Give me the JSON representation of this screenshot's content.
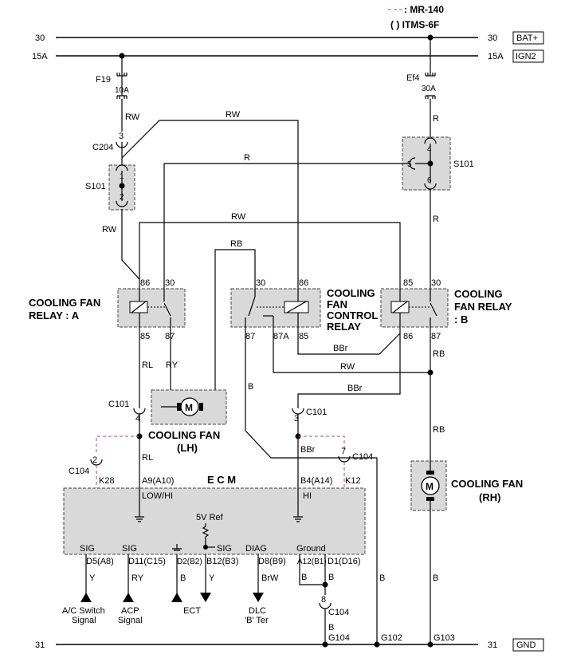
{
  "legend": {
    "connector_note": ": MR-140",
    "paren_note": "(   ) ITMS-6F"
  },
  "colors": {
    "wire": "#000000",
    "component_fill": "#d9d9d9",
    "connector_dash": "#c0407a"
  },
  "buses": {
    "bat": {
      "left": "30",
      "right": "30",
      "tag": "BAT+"
    },
    "ign": {
      "left": "15A",
      "right": "15A",
      "tag": "IGN2"
    },
    "gnd": {
      "left": "31",
      "right": "31",
      "tag": "GND"
    }
  },
  "fuses": {
    "f19": {
      "name": "F19",
      "rating": "10A"
    },
    "ef4": {
      "name": "Ef4",
      "rating": "30A"
    }
  },
  "wire_colors": {
    "rw": "RW",
    "r": "R",
    "rb": "RB",
    "rl": "RL",
    "ry": "RY",
    "bbr": "BBr",
    "b": "B",
    "y": "Y",
    "brw": "BrW"
  },
  "connectors": {
    "c204": "C204",
    "c204_pin": "3",
    "s101": "S101",
    "s101_pins": [
      "1",
      "2"
    ],
    "s101r": "S101",
    "s101r_pins": [
      "4",
      "5",
      "6"
    ],
    "c101": "C101",
    "c101_lh_pin": "4",
    "c101_bbr_pin": "3",
    "c104": "C104",
    "c104_pin_left": "2",
    "c104_pin_right": "7",
    "c104_pin_bottom": "8"
  },
  "relays": {
    "a": {
      "line1": "COOLING FAN",
      "line2": "RELAY : A",
      "pins": [
        "86",
        "30",
        "85",
        "87"
      ]
    },
    "control": {
      "line1": "COOLING",
      "line2": "FAN",
      "line3": "CONTROL",
      "line4": "RELAY",
      "pins": [
        "30",
        "86",
        "87",
        "87A",
        "85"
      ]
    },
    "b": {
      "line1": "COOLING",
      "line2": "FAN RELAY",
      "line3": ": B",
      "pins": [
        "85",
        "30",
        "86",
        "87"
      ]
    }
  },
  "fans": {
    "lh": {
      "line1": "COOLING FAN",
      "line2": "(LH)",
      "symbol": "M"
    },
    "rh": {
      "line1": "COOLING FAN",
      "line2": "(RH)",
      "symbol": "M"
    }
  },
  "ecm": {
    "title": "E  C  M",
    "k28": "K28",
    "k12": "K12",
    "pin_lowhi": "A9(A10)",
    "label_lowhi": "LOW/HI",
    "pin_hi": "B4(A14)",
    "label_hi": "HI",
    "ref": "5V Ref",
    "bottom_labels": [
      "SIG",
      "SIG",
      "SIG",
      "DIAG",
      "Ground"
    ],
    "bottom_pins": [
      "D5(A8)",
      "D11(C15)",
      "D2(B2)",
      "B12(B3)",
      "D8(B9)",
      "A12(B1)",
      "D1(D16)"
    ]
  },
  "outputs": {
    "ac": {
      "line1": "A/C Switch",
      "line2": "Signal"
    },
    "acp": {
      "line1": "ACP",
      "line2": "Signal"
    },
    "ect": "ECT",
    "dlc": {
      "line1": "DLC",
      "line2": "'B' Ter"
    }
  },
  "grounds": {
    "g104": "G104",
    "g102": "G102",
    "g103": "G103"
  }
}
